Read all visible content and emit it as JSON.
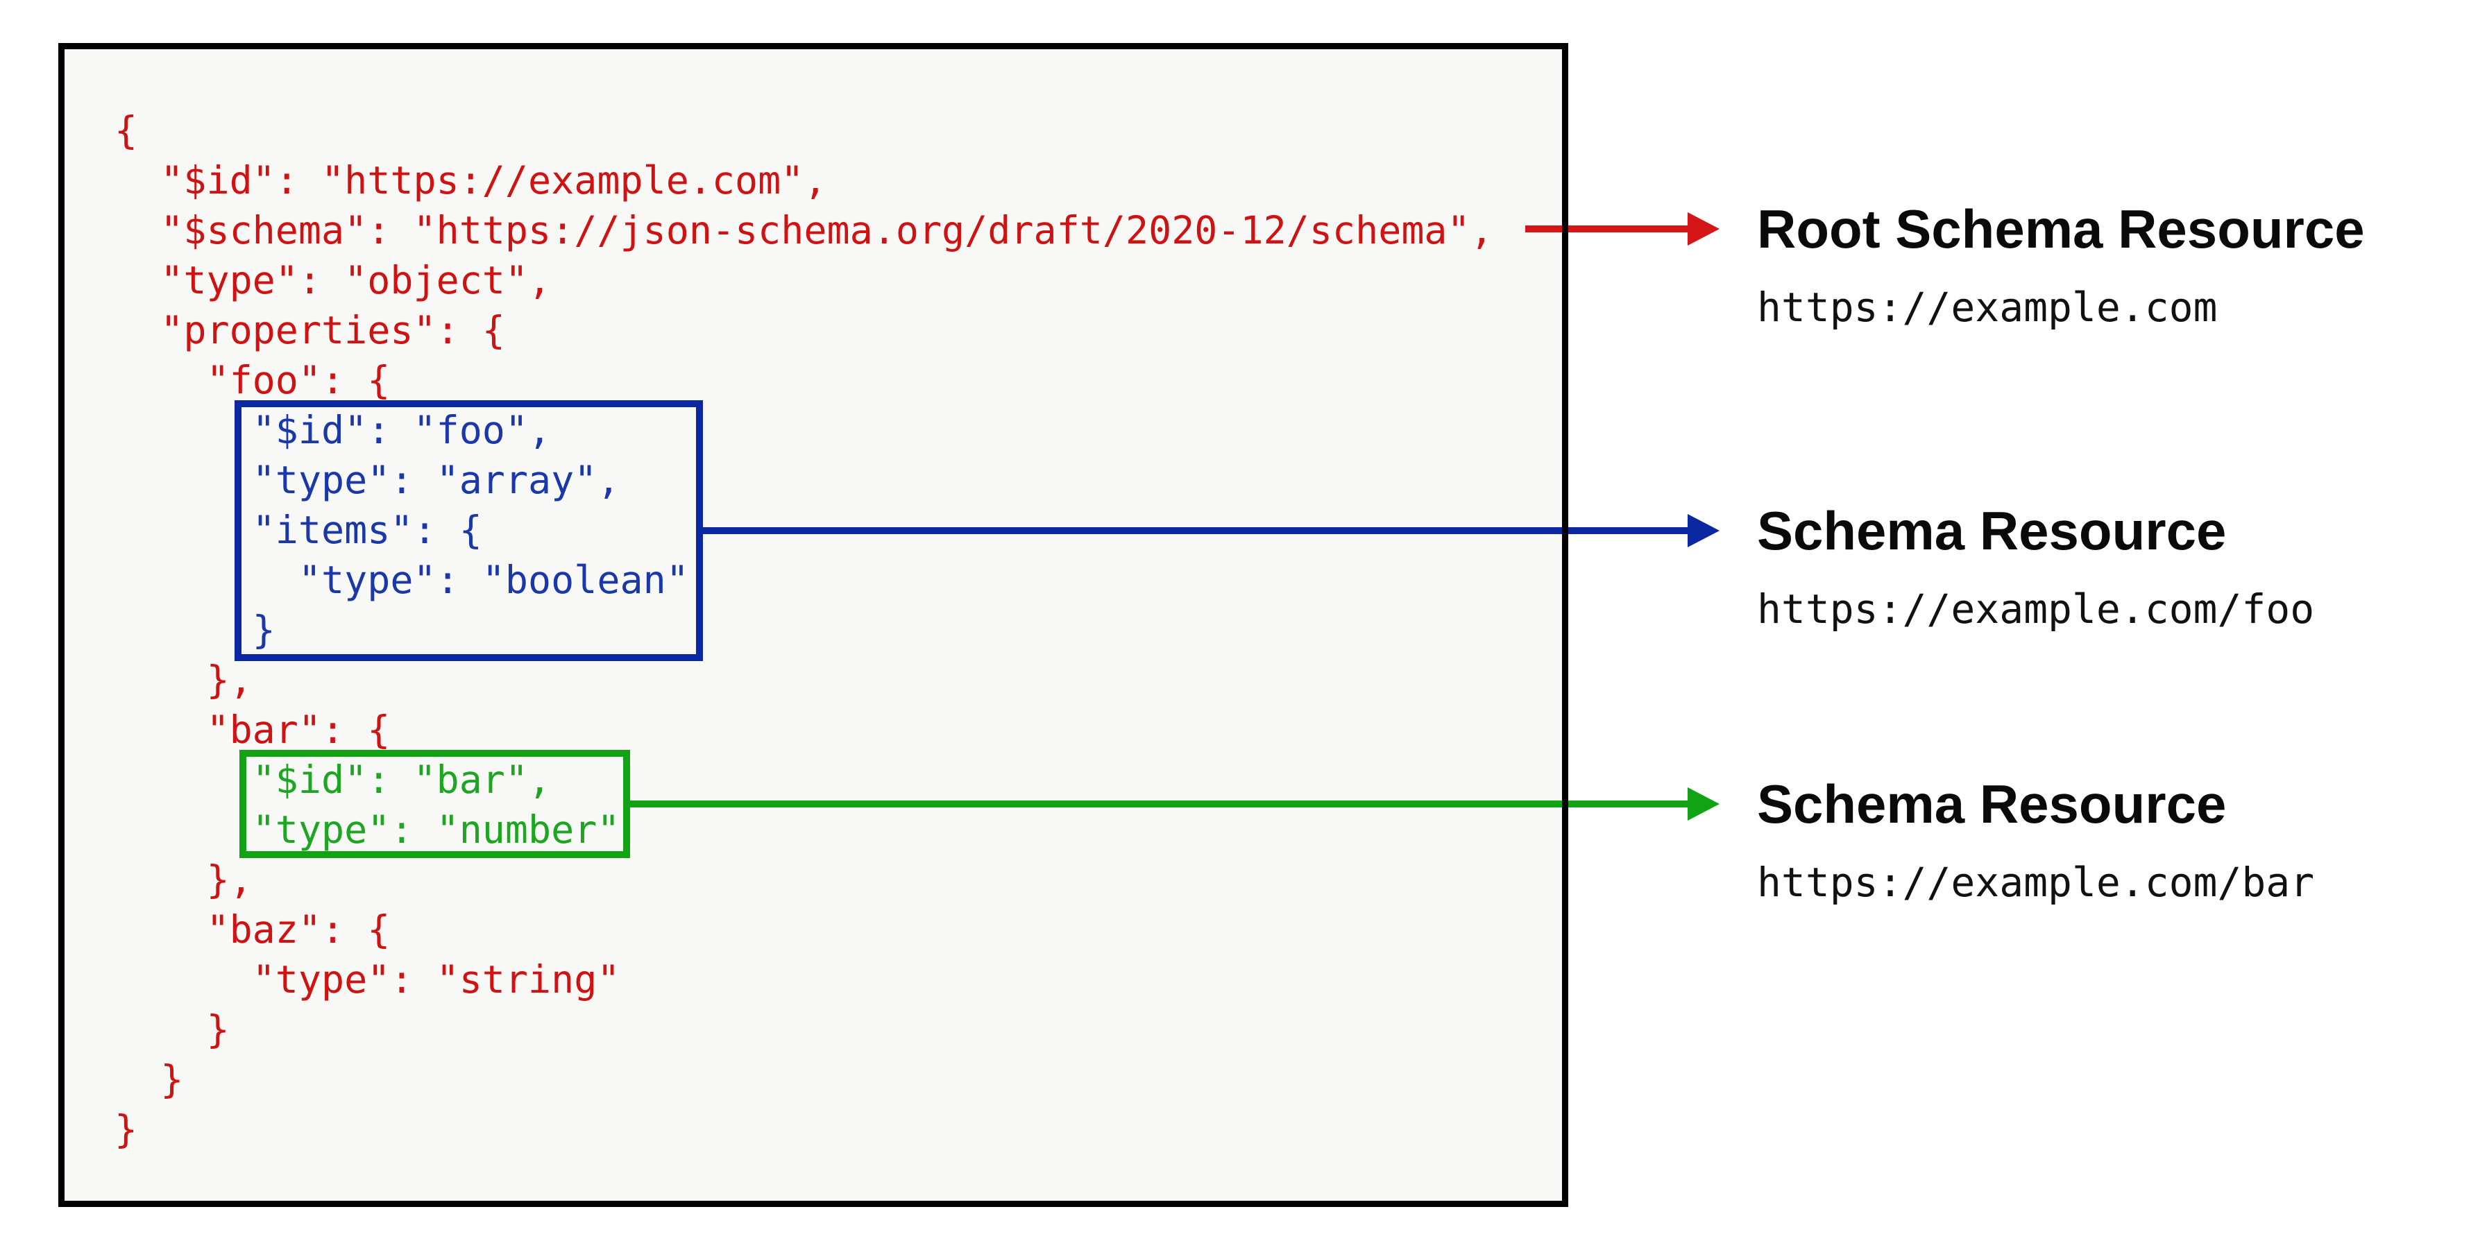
{
  "code": {
    "lines": [
      {
        "text": "{",
        "color": "red"
      },
      {
        "text": "  \"$id\": \"https://example.com\",",
        "color": "red"
      },
      {
        "text": "  \"$schema\": \"https://json-schema.org/draft/2020-12/schema\",",
        "color": "red"
      },
      {
        "text": "  \"type\": \"object\",",
        "color": "red"
      },
      {
        "text": "  \"properties\": {",
        "color": "red"
      },
      {
        "text": "    \"foo\": {",
        "color": "red"
      },
      {
        "text": "      \"$id\": \"foo\",",
        "color": "blue"
      },
      {
        "text": "      \"type\": \"array\",",
        "color": "blue"
      },
      {
        "text": "      \"items\": {",
        "color": "blue"
      },
      {
        "text": "        \"type\": \"boolean\"",
        "color": "blue"
      },
      {
        "text": "      }",
        "color": "blue"
      },
      {
        "text": "    },",
        "color": "red"
      },
      {
        "text": "    \"bar\": {",
        "color": "red"
      },
      {
        "text": "      \"$id\": \"bar\",",
        "color": "green"
      },
      {
        "text": "      \"type\": \"number\"",
        "color": "green"
      },
      {
        "text": "    },",
        "color": "red"
      },
      {
        "text": "    \"baz\": {",
        "color": "red"
      },
      {
        "text": "      \"type\": \"string\"",
        "color": "red"
      },
      {
        "text": "    }",
        "color": "red"
      },
      {
        "text": "  }",
        "color": "red"
      },
      {
        "text": "}",
        "color": "red"
      }
    ]
  },
  "annotations": [
    {
      "title": "Root Schema Resource",
      "url": "https://example.com",
      "arrow_color": "#d41616"
    },
    {
      "title": "Schema Resource",
      "url": "https://example.com/foo",
      "arrow_color": "#0c27a2"
    },
    {
      "title": "Schema Resource",
      "url": "https://example.com/bar",
      "arrow_color": "#12a315"
    }
  ],
  "colors": {
    "code_default": "#ce1312",
    "foo_schema_text": "#1a38aa",
    "foo_schema_border": "#0c27a2",
    "bar_schema_text": "#1ea622",
    "bar_schema_border": "#12a315",
    "root_arrow": "#d41616",
    "box_border": "#000000",
    "box_background": "#f8f8f7"
  }
}
